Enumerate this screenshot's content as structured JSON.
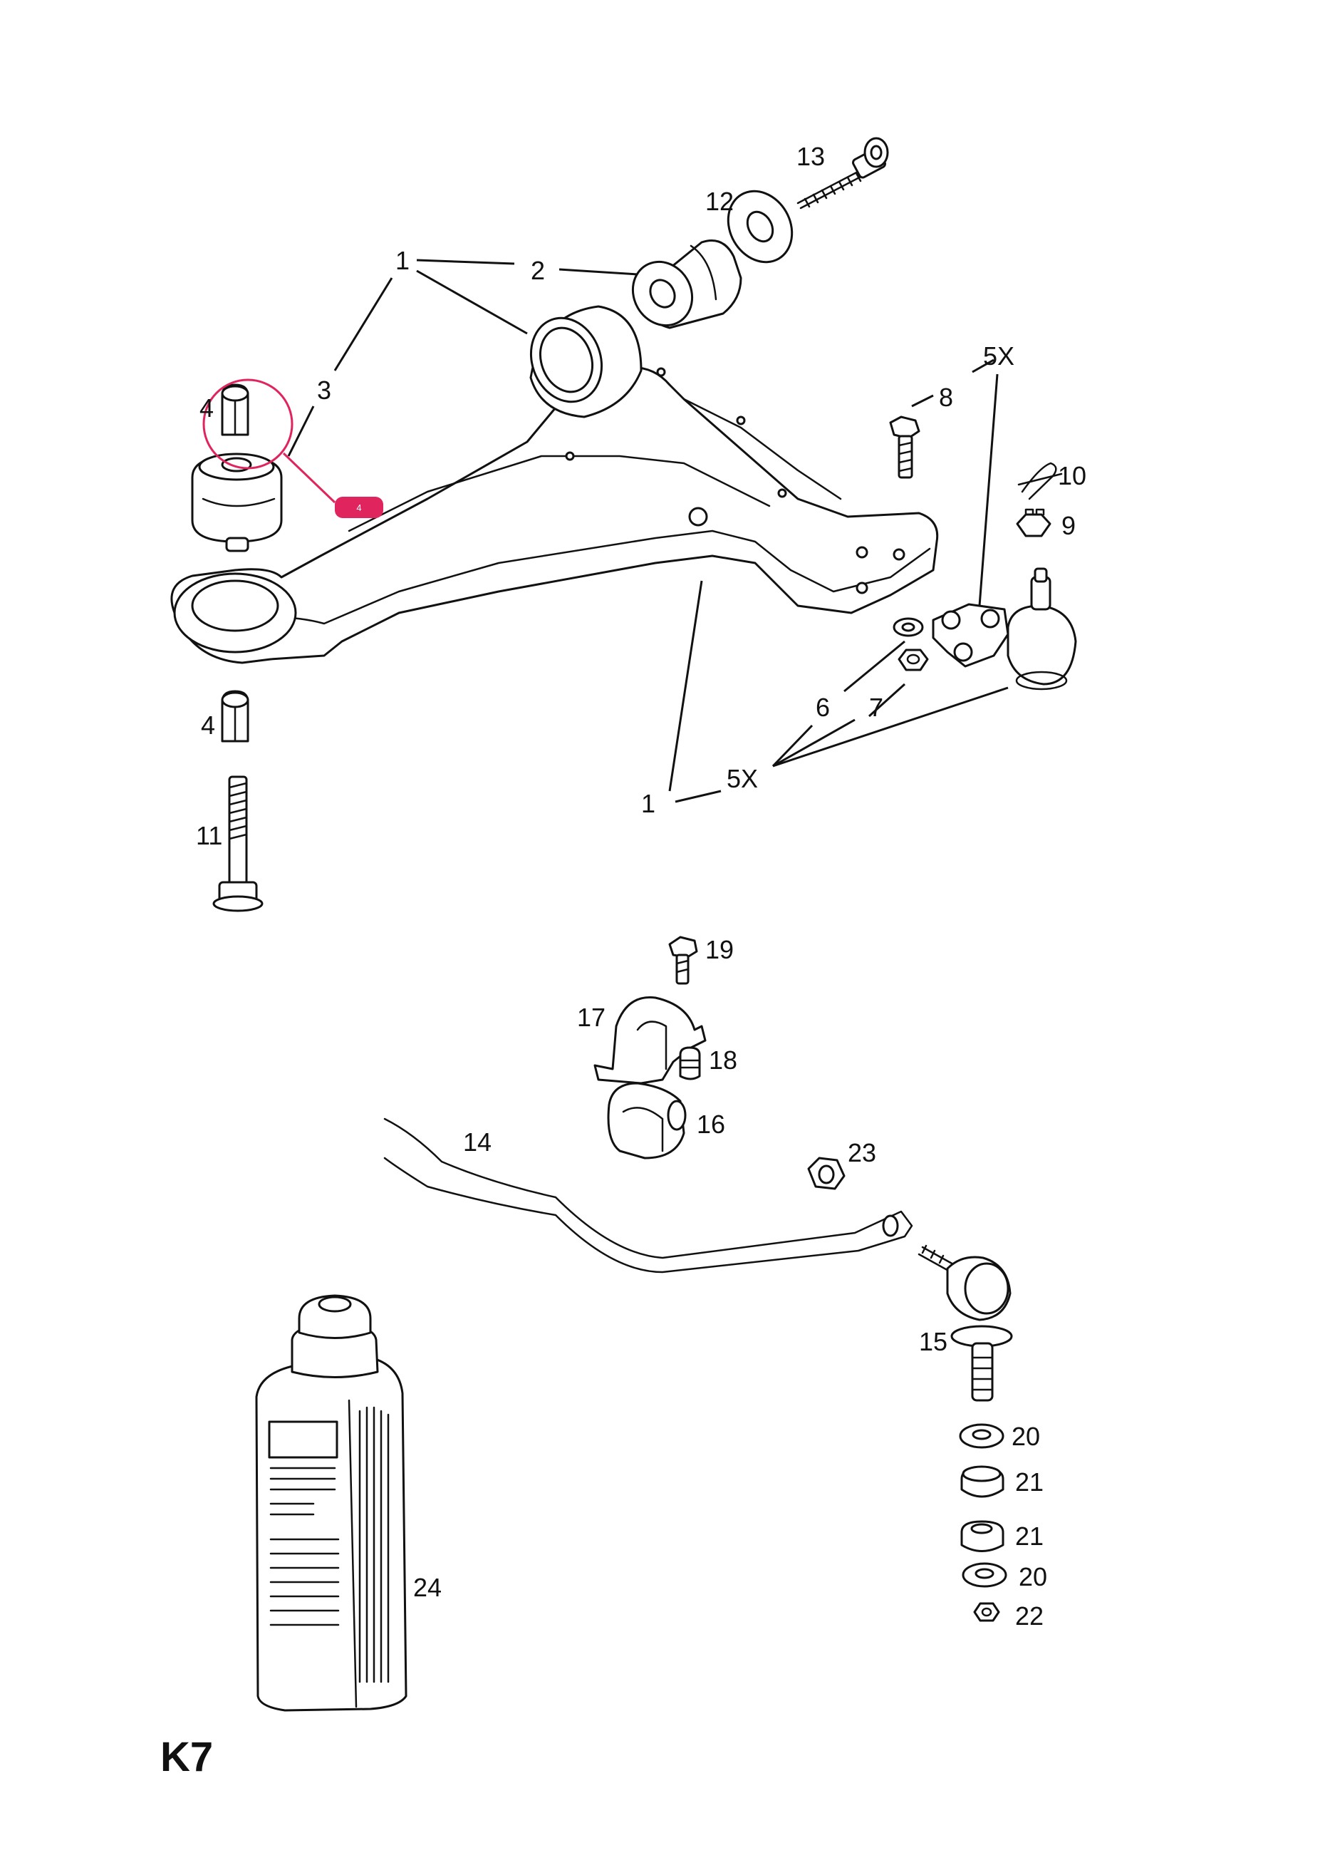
{
  "page_code": "K7",
  "labels": {
    "l1a": "1",
    "l1b": "1",
    "l2": "2",
    "l3": "3",
    "l4a": "4",
    "l4b": "4",
    "l5xa": "5X",
    "l5xb": "5X",
    "l6": "6",
    "l7": "7",
    "l8": "8",
    "l9": "9",
    "l10": "10",
    "l11": "11",
    "l12": "12",
    "l13": "13",
    "l14": "14",
    "l15": "15",
    "l16": "16",
    "l17": "17",
    "l18": "18",
    "l19": "19",
    "l20a": "20",
    "l20b": "20",
    "l21a": "21",
    "l21b": "21",
    "l22": "22",
    "l23": "23",
    "l24": "24"
  },
  "highlight": {
    "badge": "4",
    "color": "#e0245e"
  }
}
